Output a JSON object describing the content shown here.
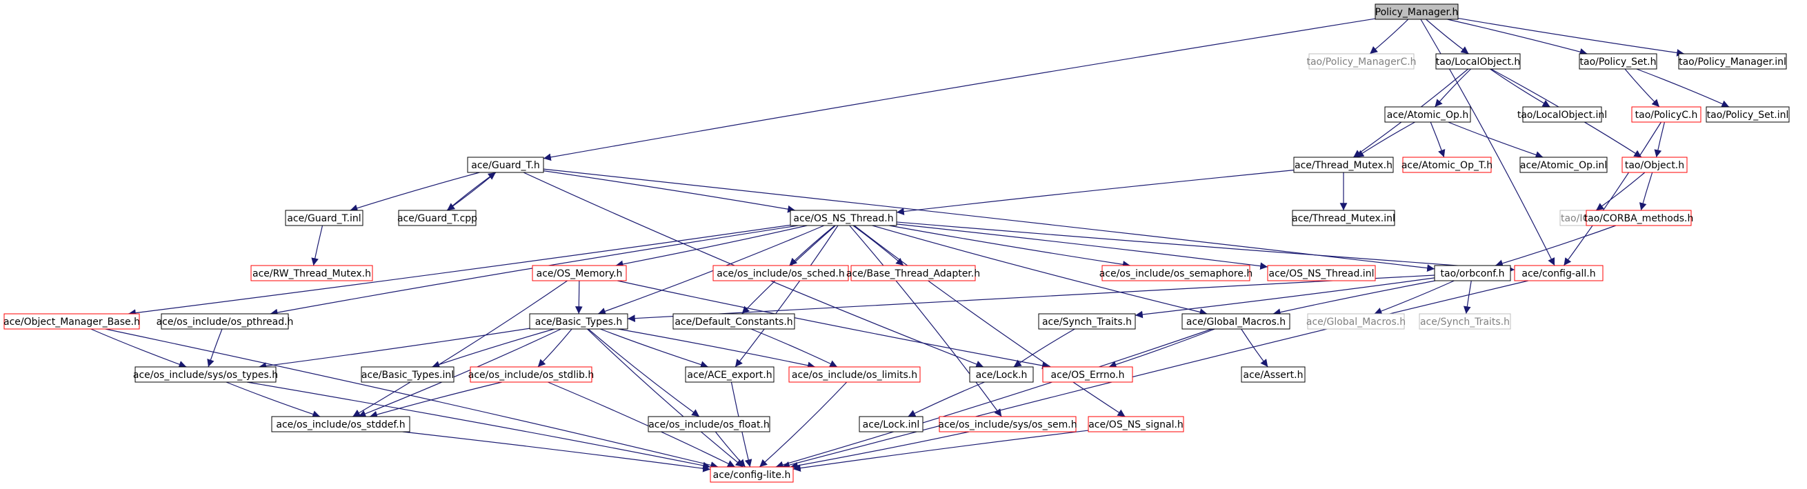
{
  "graph": {
    "root": "Policy_Manager.h",
    "colors": {
      "root_fill": "#bfbfbf",
      "normal_border": "#000000",
      "missing_border": "#ff0000",
      "external_border": "#bfbfbf",
      "edge": "#191970",
      "text": "#000000",
      "external_text": "#808080"
    },
    "nodes": [
      {
        "id": "n0",
        "label": "Policy_Manager.h",
        "kind": "root"
      },
      {
        "id": "n1",
        "label": "tao/Policy_ManagerC.h",
        "kind": "external"
      },
      {
        "id": "n2",
        "label": "tao/LocalObject.h",
        "kind": "normal"
      },
      {
        "id": "n3",
        "label": "tao/Policy_Set.h",
        "kind": "normal"
      },
      {
        "id": "n4",
        "label": "tao/Policy_Manager.inl",
        "kind": "normal"
      },
      {
        "id": "n5",
        "label": "ace/Guard_T.h",
        "kind": "normal"
      },
      {
        "id": "n6",
        "label": "ace/Atomic_Op.h",
        "kind": "normal"
      },
      {
        "id": "n7",
        "label": "tao/LocalObject.inl",
        "kind": "normal"
      },
      {
        "id": "n8",
        "label": "tao/PolicyC.h",
        "kind": "missing"
      },
      {
        "id": "n9",
        "label": "tao/Policy_Set.inl",
        "kind": "normal"
      },
      {
        "id": "n10",
        "label": "ace/Thread_Mutex.h",
        "kind": "normal"
      },
      {
        "id": "n11",
        "label": "ace/Atomic_Op_T.h",
        "kind": "missing"
      },
      {
        "id": "n12",
        "label": "ace/Atomic_Op.inl",
        "kind": "normal"
      },
      {
        "id": "n13",
        "label": "tao/Object.h",
        "kind": "missing"
      },
      {
        "id": "n14",
        "label": "ace/Guard_T.inl",
        "kind": "normal"
      },
      {
        "id": "n15",
        "label": "ace/Guard_T.cpp",
        "kind": "normal"
      },
      {
        "id": "n16",
        "label": "ace/OS_NS_Thread.h",
        "kind": "normal"
      },
      {
        "id": "n17",
        "label": "ace/Thread_Mutex.inl",
        "kind": "normal"
      },
      {
        "id": "n18",
        "label": "tao/IOPC.h",
        "kind": "external"
      },
      {
        "id": "n19",
        "label": "tao/CORBA_methods.h",
        "kind": "missing"
      },
      {
        "id": "n20",
        "label": "ace/RW_Thread_Mutex.h",
        "kind": "missing"
      },
      {
        "id": "n21",
        "label": "ace/OS_Memory.h",
        "kind": "missing"
      },
      {
        "id": "n22",
        "label": "ace/os_include/os_sched.h",
        "kind": "missing"
      },
      {
        "id": "n23",
        "label": "ace/Base_Thread_Adapter.h",
        "kind": "missing"
      },
      {
        "id": "n24",
        "label": "ace/os_include/os_semaphore.h",
        "kind": "missing"
      },
      {
        "id": "n25",
        "label": "ace/OS_NS_Thread.inl",
        "kind": "missing"
      },
      {
        "id": "n26",
        "label": "tao/orbconf.h",
        "kind": "normal"
      },
      {
        "id": "n27",
        "label": "ace/config-all.h",
        "kind": "missing"
      },
      {
        "id": "n28",
        "label": "ace/Object_Manager_Base.h",
        "kind": "missing"
      },
      {
        "id": "n29",
        "label": "ace/os_include/os_pthread.h",
        "kind": "normal"
      },
      {
        "id": "n30",
        "label": "ace/Basic_Types.h",
        "kind": "normal"
      },
      {
        "id": "n31",
        "label": "ace/Default_Constants.h",
        "kind": "normal"
      },
      {
        "id": "n32",
        "label": "ace/Synch_Traits.h",
        "kind": "normal"
      },
      {
        "id": "n33",
        "label": "ace/Global_Macros.h",
        "kind": "normal"
      },
      {
        "id": "n34",
        "label": "ace/Global_Macros.h",
        "kind": "external"
      },
      {
        "id": "n35",
        "label": "ace/Synch_Traits.h",
        "kind": "external"
      },
      {
        "id": "n36",
        "label": "ace/os_include/sys/os_types.h",
        "kind": "normal"
      },
      {
        "id": "n37",
        "label": "ace/Basic_Types.inl",
        "kind": "normal"
      },
      {
        "id": "n38",
        "label": "ace/os_include/os_stdlib.h",
        "kind": "missing"
      },
      {
        "id": "n39",
        "label": "ace/ACE_export.h",
        "kind": "normal"
      },
      {
        "id": "n40",
        "label": "ace/os_include/os_limits.h",
        "kind": "missing"
      },
      {
        "id": "n41",
        "label": "ace/Lock.h",
        "kind": "normal"
      },
      {
        "id": "n42",
        "label": "ace/OS_Errno.h",
        "kind": "missing"
      },
      {
        "id": "n43",
        "label": "ace/Assert.h",
        "kind": "normal"
      },
      {
        "id": "n44",
        "label": "ace/os_include/os_stddef.h",
        "kind": "normal"
      },
      {
        "id": "n45",
        "label": "ace/os_include/os_float.h",
        "kind": "normal"
      },
      {
        "id": "n46",
        "label": "ace/Lock.inl",
        "kind": "normal"
      },
      {
        "id": "n47",
        "label": "ace/os_include/sys/os_sem.h",
        "kind": "missing"
      },
      {
        "id": "n48",
        "label": "ace/OS_NS_signal.h",
        "kind": "missing"
      },
      {
        "id": "n49",
        "label": "ace/config-lite.h",
        "kind": "missing"
      }
    ],
    "edges": [
      [
        "n0",
        "n5"
      ],
      [
        "n0",
        "n1"
      ],
      [
        "n0",
        "n2"
      ],
      [
        "n0",
        "n3"
      ],
      [
        "n0",
        "n4"
      ],
      [
        "n0",
        "n27"
      ],
      [
        "n2",
        "n6"
      ],
      [
        "n2",
        "n10"
      ],
      [
        "n2",
        "n7"
      ],
      [
        "n2",
        "n13"
      ],
      [
        "n3",
        "n8"
      ],
      [
        "n3",
        "n9"
      ],
      [
        "n8",
        "n13"
      ],
      [
        "n8",
        "n27"
      ],
      [
        "n6",
        "n10"
      ],
      [
        "n6",
        "n11"
      ],
      [
        "n6",
        "n12"
      ],
      [
        "n13",
        "n18"
      ],
      [
        "n13",
        "n19"
      ],
      [
        "n19",
        "n26"
      ],
      [
        "n10",
        "n16"
      ],
      [
        "n10",
        "n17"
      ],
      [
        "n5",
        "n14"
      ],
      [
        "n5",
        "n15"
      ],
      [
        "n15",
        "n5"
      ],
      [
        "n5",
        "n16"
      ],
      [
        "n5",
        "n41"
      ],
      [
        "n5",
        "n26"
      ],
      [
        "n14",
        "n20"
      ],
      [
        "n16",
        "n21"
      ],
      [
        "n16",
        "n22"
      ],
      [
        "n16",
        "n23"
      ],
      [
        "n16",
        "n24"
      ],
      [
        "n16",
        "n25"
      ],
      [
        "n16",
        "n27"
      ],
      [
        "n16",
        "n28"
      ],
      [
        "n16",
        "n29"
      ],
      [
        "n16",
        "n30"
      ],
      [
        "n16",
        "n31"
      ],
      [
        "n16",
        "n39"
      ],
      [
        "n16",
        "n33"
      ],
      [
        "n16",
        "n47"
      ],
      [
        "n16",
        "n48"
      ],
      [
        "n26",
        "n32"
      ],
      [
        "n26",
        "n33"
      ],
      [
        "n26",
        "n34"
      ],
      [
        "n26",
        "n35"
      ],
      [
        "n26",
        "n30"
      ],
      [
        "n27",
        "n49"
      ],
      [
        "n21",
        "n30"
      ],
      [
        "n21",
        "n42"
      ],
      [
        "n21",
        "n44"
      ],
      [
        "n28",
        "n36"
      ],
      [
        "n28",
        "n49"
      ],
      [
        "n29",
        "n36"
      ],
      [
        "n30",
        "n36"
      ],
      [
        "n30",
        "n37"
      ],
      [
        "n30",
        "n38"
      ],
      [
        "n30",
        "n39"
      ],
      [
        "n30",
        "n40"
      ],
      [
        "n30",
        "n45"
      ],
      [
        "n30",
        "n44"
      ],
      [
        "n30",
        "n49"
      ],
      [
        "n31",
        "n40"
      ],
      [
        "n32",
        "n41"
      ],
      [
        "n33",
        "n42"
      ],
      [
        "n33",
        "n43"
      ],
      [
        "n33",
        "n49"
      ],
      [
        "n36",
        "n44"
      ],
      [
        "n36",
        "n49"
      ],
      [
        "n38",
        "n44"
      ],
      [
        "n38",
        "n49"
      ],
      [
        "n39",
        "n49"
      ],
      [
        "n40",
        "n49"
      ],
      [
        "n41",
        "n46"
      ],
      [
        "n44",
        "n49"
      ],
      [
        "n45",
        "n49"
      ],
      [
        "n47",
        "n49"
      ],
      [
        "n48",
        "n49"
      ]
    ]
  }
}
